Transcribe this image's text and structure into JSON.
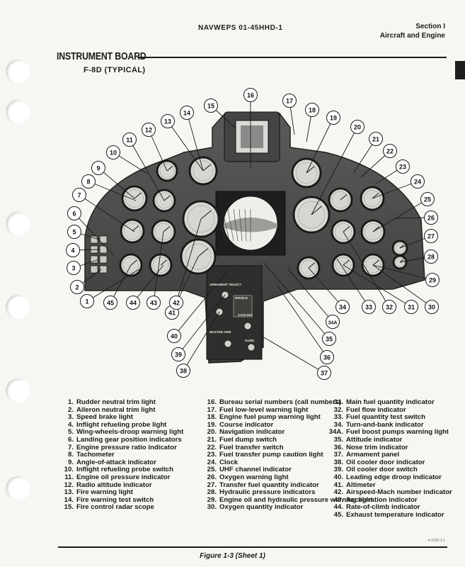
{
  "header": {
    "doc_number": "NAVWEPS 01-45HHD-1",
    "section": "Section I",
    "section_title": "Aircraft and Engine"
  },
  "title": "INSTRUMENT BOARD",
  "subtitle": "F-8D (TYPICAL)",
  "callouts": [
    "1",
    "2",
    "3",
    "4",
    "5",
    "6",
    "7",
    "8",
    "9",
    "10",
    "11",
    "12",
    "13",
    "14",
    "15",
    "16",
    "17",
    "18",
    "19",
    "20",
    "21",
    "22",
    "23",
    "24",
    "25",
    "26",
    "27",
    "28",
    "29",
    "30",
    "31",
    "32",
    "33",
    "34",
    "34A",
    "35",
    "36",
    "37",
    "38",
    "39",
    "40",
    "41",
    "42",
    "43",
    "44",
    "45"
  ],
  "panel_labels": {
    "armament_select": "ARMAMENT SELECT",
    "missile": "MISSILE",
    "master_arm": "MASTER ARM",
    "guns": "GUNS",
    "cooling": "COOLING"
  },
  "legend_col1": [
    {
      "num": "1.",
      "text": "Rudder neutral trim light"
    },
    {
      "num": "2.",
      "text": "Aileron neutral trim light"
    },
    {
      "num": "3.",
      "text": "Speed brake light"
    },
    {
      "num": "4.",
      "text": "Inflight refueling probe light"
    },
    {
      "num": "5.",
      "text": "Wing-wheels-droop warning light"
    },
    {
      "num": "6.",
      "text": "Landing gear position indicators"
    },
    {
      "num": "7.",
      "text": "Engine pressure ratio indicator"
    },
    {
      "num": "8.",
      "text": "Tachometer"
    },
    {
      "num": "9.",
      "text": "Angle-of-attack indicator"
    },
    {
      "num": "10.",
      "text": "Inflight refueling probe switch"
    },
    {
      "num": "11.",
      "text": "Engine oil pressure indicator"
    },
    {
      "num": "12.",
      "text": "Radio altitude indicator"
    },
    {
      "num": "13.",
      "text": "Fire warning light"
    },
    {
      "num": "14.",
      "text": "Fire warning test switch"
    },
    {
      "num": "15.",
      "text": "Fire control radar scope"
    }
  ],
  "legend_col2": [
    {
      "num": "16.",
      "text": "Bureau serial numbers (call numbers)"
    },
    {
      "num": "17.",
      "text": "Fuel low-level warning light"
    },
    {
      "num": "18.",
      "text": "Engine fuel pump warning light"
    },
    {
      "num": "19.",
      "text": "Course indicator"
    },
    {
      "num": "20.",
      "text": "Navigation indicator"
    },
    {
      "num": "21.",
      "text": "Fuel dump switch"
    },
    {
      "num": "22.",
      "text": "Fuel transfer switch"
    },
    {
      "num": "23.",
      "text": "Fuel transfer pump caution light"
    },
    {
      "num": "24.",
      "text": "Clock"
    },
    {
      "num": "25.",
      "text": "UHF channel indicator"
    },
    {
      "num": "26.",
      "text": "Oxygen warning light"
    },
    {
      "num": "27.",
      "text": "Transfer fuel quantity indicator"
    },
    {
      "num": "28.",
      "text": "Hydraulic pressure indicators"
    },
    {
      "num": "29.",
      "text": "Engine oil and hydraulic pressure warning light"
    },
    {
      "num": "30.",
      "text": "Oxygen quantity indicator"
    }
  ],
  "legend_col3": [
    {
      "num": "31.",
      "text": "Main fuel quantity indicator"
    },
    {
      "num": "32.",
      "text": "Fuel flow indicator"
    },
    {
      "num": "33.",
      "text": "Fuel quantity test switch"
    },
    {
      "num": "34.",
      "text": "Turn-and-bank indicator"
    },
    {
      "num": "34A.",
      "text": "Fuel boost pumps warning light"
    },
    {
      "num": "35.",
      "text": "Attitude indicator"
    },
    {
      "num": "36.",
      "text": "Nose trim indicator"
    },
    {
      "num": "37.",
      "text": "Armament panel"
    },
    {
      "num": "38.",
      "text": "Oil cooler door indicator"
    },
    {
      "num": "39.",
      "text": "Oil cooler door switch"
    },
    {
      "num": "40.",
      "text": "Leading edge droop indicator"
    },
    {
      "num": "41.",
      "text": "Altimeter"
    },
    {
      "num": "42.",
      "text": "Airspeed-Mach number indicator"
    },
    {
      "num": "43.",
      "text": "Acceleration indicator"
    },
    {
      "num": "44.",
      "text": "Rate-of-climb indicator"
    },
    {
      "num": "45.",
      "text": "Exhaust temperature indicator"
    }
  ],
  "caption": "Figure 1-3 (Sheet 1)",
  "figure_code": "4-3762-1-1"
}
